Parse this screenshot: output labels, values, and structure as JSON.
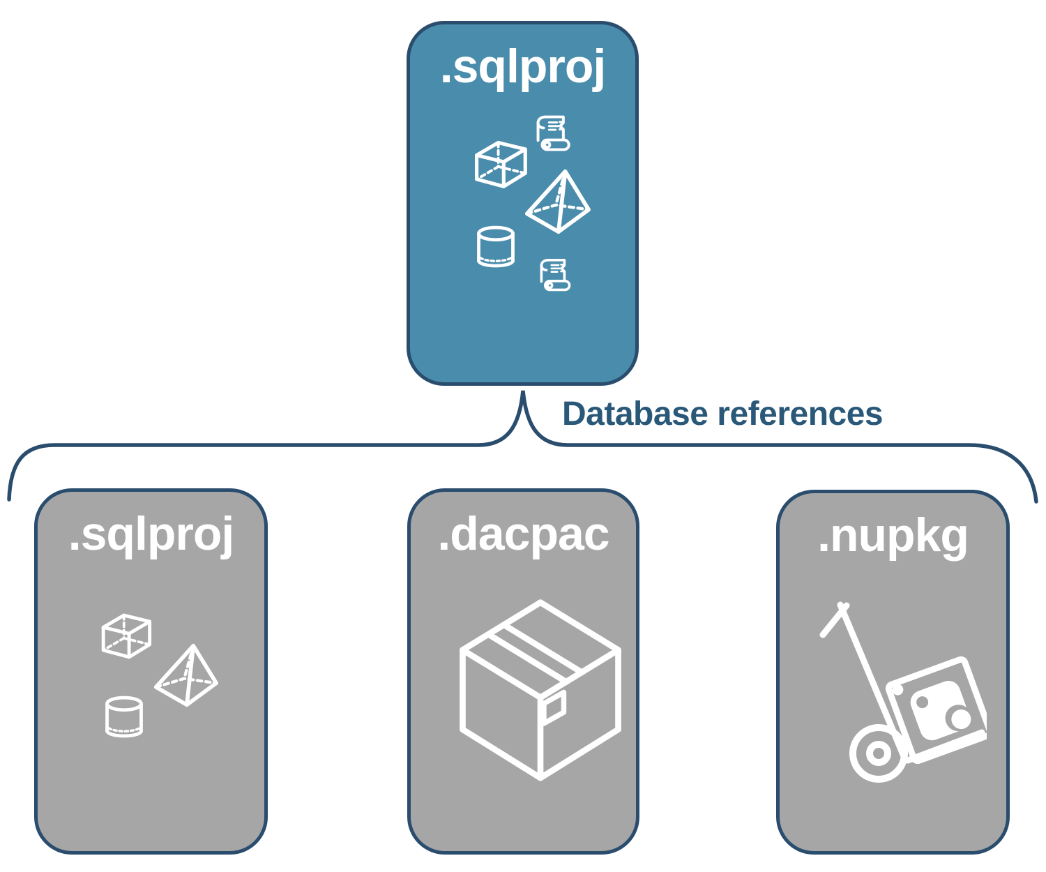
{
  "colors": {
    "accent-blue": "#4a8cac",
    "node-gray": "#a6a6a6",
    "line-navy": "#2a4d6e",
    "label-navy": "#2a5878",
    "icon-white": "#ffffff"
  },
  "root_node": {
    "label": ".sqlproj",
    "icons": [
      "script-scroll-icon",
      "cube-icon",
      "pyramid-icon",
      "cylinder-icon",
      "script-scroll-icon"
    ]
  },
  "connector": {
    "label": "Database references"
  },
  "child_nodes": [
    {
      "label": ".sqlproj",
      "icons": [
        "cube-icon",
        "pyramid-icon",
        "cylinder-icon"
      ]
    },
    {
      "label": ".dacpac",
      "icons": [
        "package-box-icon"
      ]
    },
    {
      "label": ".nupkg",
      "icons": [
        "nuget-handtruck-icon"
      ]
    }
  ]
}
